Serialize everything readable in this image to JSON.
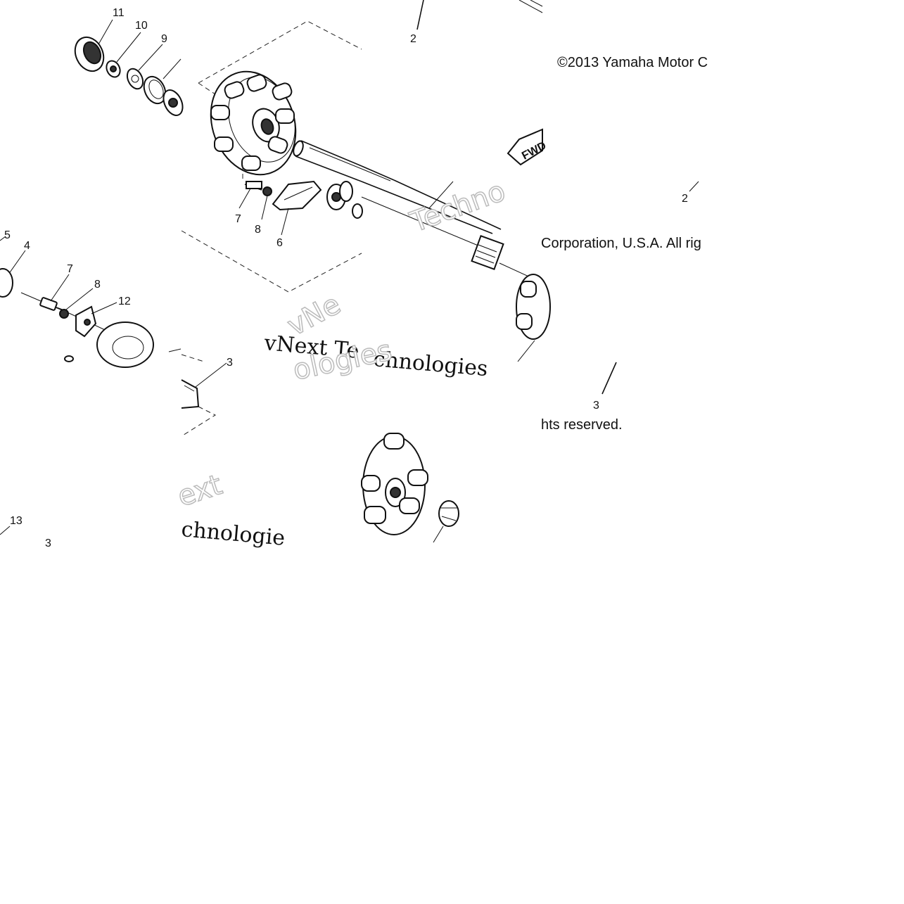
{
  "labels": {
    "n11": "11",
    "n10": "10",
    "n9": "9",
    "n2a": "2",
    "n2b": "2",
    "n7a": "7",
    "n8a": "8",
    "n6": "6",
    "n5": "5",
    "n4": "4",
    "n7b": "7",
    "n8b": "8",
    "n12": "12",
    "n3a": "3",
    "n13": "13",
    "n3b": "3"
  },
  "copyright": {
    "line1": "©2013 Yamaha Motor C",
    "line2": "Corporation, U.S.A. All rig",
    "line3": "hts reserved."
  },
  "watermark": {
    "serif_a": "vNext Te",
    "serif_b": "chnologies",
    "outline_a": "Techno",
    "outline_b": "vNe",
    "outline_c": "ext",
    "outline_d": "chnologie",
    "outline_e": "ologies"
  },
  "fwd_sign": "FWD",
  "colors": {
    "ink": "#111111",
    "background": "#ffffff"
  }
}
